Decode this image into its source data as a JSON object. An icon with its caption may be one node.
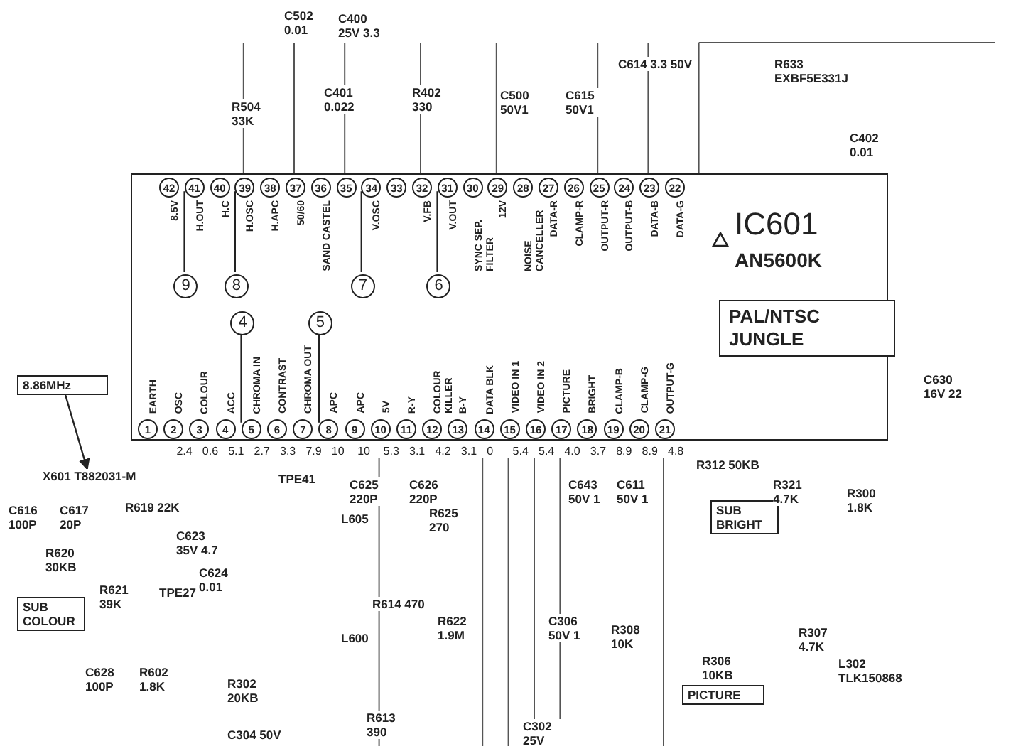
{
  "diagram": {
    "nodes": [
      {
        "text": [
          "IC601",
          "AN5600K"
        ]
      },
      {
        "text": [
          "PAL/NTSC JUNGLE"
        ],
        "in": 0
      },
      {
        "text": [
          "42"
        ],
        "beside": [
          "8.5V"
        ],
        "in": 0
      },
      {
        "text": [
          "41"
        ],
        "beside": [
          "H.OUT"
        ],
        "in": 0
      },
      {
        "text": [
          "40"
        ],
        "beside": [
          "H.C"
        ],
        "in": 0
      },
      {
        "text": [
          "39"
        ],
        "beside": [
          "H.OSC"
        ],
        "in": 0
      },
      {
        "text": [
          "38"
        ],
        "beside": [
          "H.APC"
        ],
        "in": 0
      },
      {
        "text": [
          "37"
        ],
        "beside": [
          "50/60"
        ],
        "in": 0
      },
      {
        "text": [
          "36"
        ],
        "beside": [
          "SAND CASTEL"
        ],
        "in": 0
      },
      {
        "text": [
          "35"
        ],
        "in": 0
      },
      {
        "text": [
          "34"
        ],
        "beside": [
          "V.OSC"
        ],
        "in": 0
      },
      {
        "text": [
          "33"
        ],
        "in": 0
      },
      {
        "text": [
          "32"
        ],
        "beside": [
          "V.FB"
        ],
        "in": 0
      },
      {
        "text": [
          "31"
        ],
        "beside": [
          "V.OUT"
        ],
        "in": 0
      },
      {
        "text": [
          "30"
        ],
        "beside": [
          "SYNC SEP. FILTER"
        ],
        "in": 0
      },
      {
        "text": [
          "29"
        ],
        "beside": [
          "12V"
        ],
        "in": 0
      },
      {
        "text": [
          "28"
        ],
        "beside": [
          "NOISE CANCELLER"
        ],
        "in": 0
      },
      {
        "text": [
          "27"
        ],
        "beside": [
          "DATA-R"
        ],
        "in": 0
      },
      {
        "text": [
          "26"
        ],
        "beside": [
          "CLAMP-R"
        ],
        "in": 0
      },
      {
        "text": [
          "25"
        ],
        "beside": [
          "OUTPUT-R"
        ],
        "in": 0
      },
      {
        "text": [
          "24"
        ],
        "beside": [
          "OUTPUT-B"
        ],
        "in": 0
      },
      {
        "text": [
          "23"
        ],
        "beside": [
          "DATA-B"
        ],
        "in": 0
      },
      {
        "text": [
          "22"
        ],
        "beside": [
          "DATA-G"
        ],
        "in": 0
      },
      {
        "text": [
          "1"
        ],
        "beside": [
          "EARTH"
        ],
        "in": 0
      },
      {
        "text": [
          "2"
        ],
        "beside": [
          "OSC",
          "2.4"
        ],
        "in": 0
      },
      {
        "text": [
          "3"
        ],
        "beside": [
          "COLOUR",
          "0.6"
        ],
        "in": 0
      },
      {
        "text": [
          "4"
        ],
        "beside": [
          "ACC",
          "5.1"
        ],
        "in": 0
      },
      {
        "text": [
          "5"
        ],
        "beside": [
          "CHROMA IN",
          "2.7"
        ],
        "in": 0
      },
      {
        "text": [
          "6"
        ],
        "beside": [
          "CONTRAST",
          "3.3"
        ],
        "in": 0
      },
      {
        "text": [
          "7"
        ],
        "beside": [
          "CHROMA OUT",
          "7.9"
        ],
        "in": 0
      },
      {
        "text": [
          "8"
        ],
        "beside": [
          "APC",
          "10"
        ],
        "in": 0
      },
      {
        "text": [
          "9"
        ],
        "beside": [
          "APC",
          "10"
        ],
        "in": 0
      },
      {
        "text": [
          "10"
        ],
        "beside": [
          "5V",
          "5.3"
        ],
        "in": 0
      },
      {
        "text": [
          "11"
        ],
        "beside": [
          "R-Y",
          "3.1"
        ],
        "in": 0
      },
      {
        "text": [
          "12"
        ],
        "beside": [
          "COLOUR KILLER",
          "4.2"
        ],
        "in": 0
      },
      {
        "text": [
          "13"
        ],
        "beside": [
          "B-Y",
          "3.1"
        ],
        "in": 0
      },
      {
        "text": [
          "14"
        ],
        "beside": [
          "DATA BLK",
          "0"
        ],
        "in": 0
      },
      {
        "text": [
          "15"
        ],
        "beside": [
          "VIDEO IN 1",
          "5.4"
        ],
        "in": 0
      },
      {
        "text": [
          "16"
        ],
        "beside": [
          "VIDEO IN 2",
          "5.4"
        ],
        "in": 0
      },
      {
        "text": [
          "17"
        ],
        "beside": [
          "PICTURE",
          "4.0"
        ],
        "in": 0
      },
      {
        "text": [
          "18"
        ],
        "beside": [
          "BRIGHT",
          "3.7"
        ],
        "in": 0
      },
      {
        "text": [
          "19"
        ],
        "beside": [
          "CLAMP-B",
          "8.9"
        ],
        "in": 0
      },
      {
        "text": [
          "20"
        ],
        "beside": [
          "CLAMP-G",
          "8.9"
        ],
        "in": 0
      },
      {
        "text": [
          "21"
        ],
        "beside": [
          "OUTPUT-G",
          "4.8"
        ],
        "in": 0
      },
      {
        "text": [
          "9"
        ],
        "in": 0
      },
      {
        "text": [
          "8"
        ],
        "in": 0
      },
      {
        "text": [
          "7"
        ],
        "in": 0
      },
      {
        "text": [
          "6"
        ],
        "in": 0
      },
      {
        "text": [
          "4"
        ],
        "in": 0
      },
      {
        "text": [
          "5"
        ],
        "in": 0
      },
      {
        "text": [
          "8.86MHz"
        ]
      },
      {
        "text": [
          "X601 T882031-M"
        ]
      },
      {
        "text": [
          "SUB COLOUR"
        ]
      },
      {
        "text": [
          "SUB BRIGHT"
        ]
      },
      {
        "text": [
          "PICTURE"
        ]
      }
    ],
    "edges": [
      {
        "from": 44,
        "to": 3,
        "arrow": "none"
      },
      {
        "from": 45,
        "to": 5,
        "arrow": "none"
      },
      {
        "from": 46,
        "to": 10,
        "arrow": "none"
      },
      {
        "from": 47,
        "to": 13,
        "arrow": "none"
      },
      {
        "from": 48,
        "to": 27,
        "arrow": "none"
      },
      {
        "from": 49,
        "to": 30,
        "arrow": "none"
      },
      {
        "from": 50,
        "to": 51,
        "arrow": "to"
      }
    ],
    "labels": [
      "C502 0.01",
      "C400 25V 3.3",
      "R504 33K",
      "C401 0.022",
      "R402 330",
      "C614 3.3 50V",
      "C500 50V1",
      "C615 50V1",
      "R633 EXBF5E331J",
      "C402 0.01",
      "C630 16V 22",
      "C616 100P",
      "C617 20P",
      "TPE41",
      "R619 22K",
      "C623 35V 4.7",
      "R620 30KB",
      "TPE27",
      "C624 0.01",
      "R621 39K",
      "C628 100P",
      "R602 1.8K",
      "R302 20KB",
      "C304 50V",
      "C625 220P",
      "C626 220P",
      "R625 270",
      "L605",
      "R614 470",
      "L600",
      "R622 1.9M",
      "R613 390",
      "C643 50V 1",
      "C611 50V 1",
      "R312 50KB",
      "R321 4.7K",
      "R300 1.8K",
      "C306 50V 1",
      "R308 10K",
      "R306 10KB",
      "R307 4.7K",
      "L302 TLK150868",
      "C302 25V"
    ]
  }
}
